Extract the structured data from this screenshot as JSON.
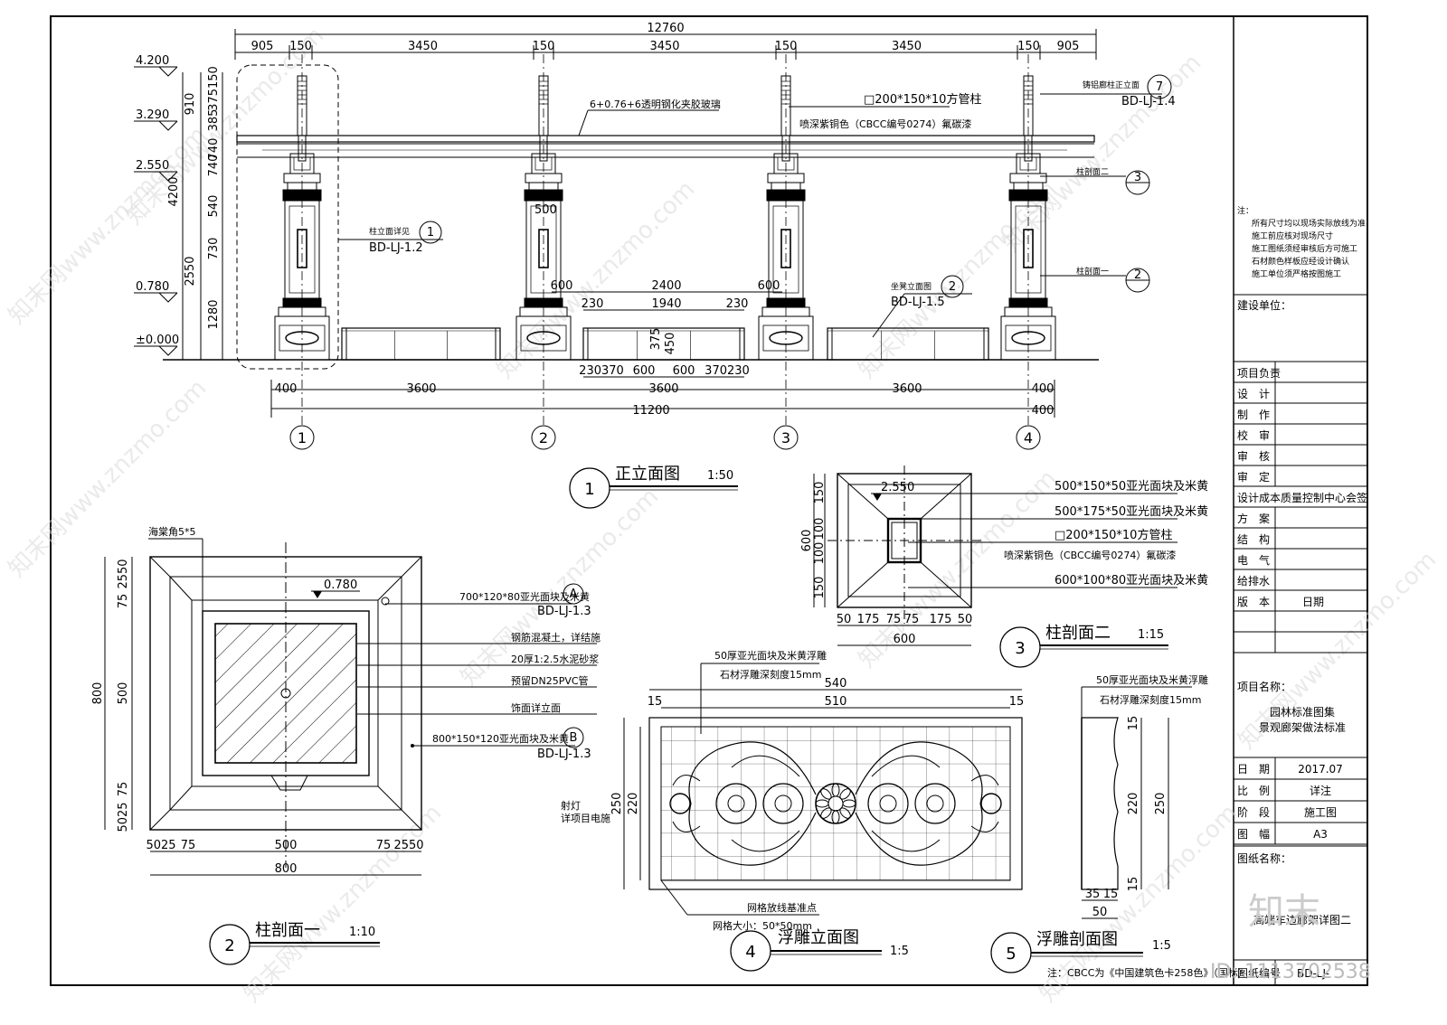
{
  "overall_dims": {
    "top_total": "12760",
    "top_segments": [
      "905",
      "150",
      "3450",
      "150",
      "3450",
      "150",
      "3450",
      "150",
      "905"
    ],
    "bottom_segments": [
      "400",
      "3600",
      "3600",
      "3600",
      "400"
    ],
    "bottom_total": "11200",
    "bottom_right": "400"
  },
  "levels": [
    "4.200",
    "3.290",
    "2.550",
    "0.780",
    "±0.000"
  ],
  "left_dims": {
    "outer": [
      "910",
      "4200",
      "2550"
    ],
    "inner": [
      "375150",
      "385",
      "740",
      "740",
      "540",
      "730",
      "1280"
    ]
  },
  "axes": [
    "1",
    "2",
    "3",
    "4"
  ],
  "elev_annotations": {
    "glass": "6+0.76+6透明钢化夹胶玻璃",
    "tube": "□200*150*10方管柱",
    "paint": "喷深紫铜色（CBCC编号0274）氟碳漆",
    "ref7_label": "铸铝廊柱正立面",
    "ref7_num": "7",
    "ref7_code": "BD-LJ-1.4",
    "ref3_label": "柱剖面二",
    "ref3_num": "3",
    "ref2_label": "柱剖面一",
    "ref2_num": "2",
    "ref1_label": "柱立面详见",
    "ref1_num": "1",
    "ref1_code": "BD-LJ-1.2",
    "seat_label": "坐凳立面图",
    "seat_num": "2",
    "seat_code": "BD-LJ-1.5",
    "col_500": "500"
  },
  "bench_dims": {
    "top": [
      "600",
      "2400",
      "600"
    ],
    "inner": [
      "230",
      "1940",
      "230"
    ],
    "bottom": [
      "230370",
      "600",
      "600",
      "370230"
    ],
    "heights": [
      "375",
      "450"
    ]
  },
  "titles": {
    "t1_num": "1",
    "t1": "正立面图",
    "t1_scale": "1:50",
    "t2_num": "2",
    "t2": "柱剖面一",
    "t2_scale": "1:10",
    "t3_num": "3",
    "t3": "柱剖面二",
    "t3_scale": "1:15",
    "t4_num": "4",
    "t4": "浮雕立面图",
    "t4_scale": "1:5",
    "t5_num": "5",
    "t5": "浮雕剖面图",
    "t5_scale": "1:5"
  },
  "section_one": {
    "chamfer": "海棠角5*5",
    "level": "0.780",
    "ref_a_text": "700*120*80亚光面块及米黄",
    "ref_a_num": "A",
    "ref_a_code": "BD-LJ-1.3",
    "ref_b_text": "800*150*120亚光面块及米黄",
    "ref_b_num": "B",
    "ref_b_code": "BD-LJ-1.3",
    "notes": [
      "钢筋混凝土，详结施",
      "20厚1:2.5水泥砂浆",
      "预留DN25PVC管",
      "饰面详立面",
      "射灯",
      "详项目电施"
    ],
    "dims_top": [
      "75",
      "2550"
    ],
    "dims_left": [
      "800",
      "500",
      "5025",
      "75"
    ],
    "dims_bottom": [
      "5025",
      "75",
      "500",
      "75",
      "2550"
    ],
    "dims_total": "800"
  },
  "section_two": {
    "level": "2.550",
    "notes": [
      "500*150*50亚光面块及米黄",
      "500*175*50亚光面块及米黄",
      "□200*150*10方管柱",
      "喷深紫铜色（CBCC编号0274）氟碳漆",
      "600*100*80亚光面块及米黄"
    ],
    "dims_left": [
      "150",
      "100",
      "100",
      "150",
      "600"
    ],
    "dims_bottom": [
      "50",
      "175",
      "75",
      "75",
      "175",
      "50"
    ],
    "dims_total": "600"
  },
  "relief": {
    "note1": "50厚亚光面块及米黄浮雕",
    "note2": "石材浮雕深刻度15mm",
    "w_total": "540",
    "w_inner": "510",
    "w_side": "15",
    "h_total": "250",
    "h_inner": "220",
    "grid_note1": "网格放线基准点",
    "grid_note2": "网格大小：50*50mm"
  },
  "relief_section": {
    "note1": "50厚亚光面块及米黄浮雕",
    "note2": "石材浮雕深刻度15mm",
    "dims": [
      "15",
      "220",
      "250",
      "15",
      "35",
      "15",
      "50"
    ]
  },
  "footnote": "注：CBCC为《中国建筑色卡258色》（国标）",
  "title_block": {
    "notes": [
      "注：",
      "所有尺寸均以现场实际放线为准",
      "施工前应核对现场尺寸",
      "施工图纸须经审核后方可施工",
      "石材颜色样板应经设计确认",
      "施工单位须严格按图施工"
    ],
    "client_label": "建设单位：",
    "rows": [
      "项目负责",
      "设　计",
      "制　作",
      "校　审",
      "审　核",
      "审　定"
    ],
    "company": "设计成本质量控制中心会签",
    "rows2": [
      "方　案",
      "结　构",
      "电　气",
      "给排水"
    ],
    "version_label": "版　本",
    "date_label": "日期",
    "project_label": "项目名称：",
    "project_name1": "园林标准图集",
    "project_name2": "景观廊架做法标准",
    "info_labels": [
      "日　期",
      "比　例",
      "阶　段",
      "图　幅"
    ],
    "info_values": [
      "2017.07",
      "详注",
      "施工图",
      "A3"
    ],
    "drawing_label": "图纸名称：",
    "drawing_name": "高端车边廊架详图二",
    "drawing_no_label": "图纸编号",
    "drawing_no": "BD-LJ-"
  },
  "watermark_text": "知末网www.znzmo.com",
  "corner_brand": "知末",
  "corner_id": "ID: 1113702538"
}
